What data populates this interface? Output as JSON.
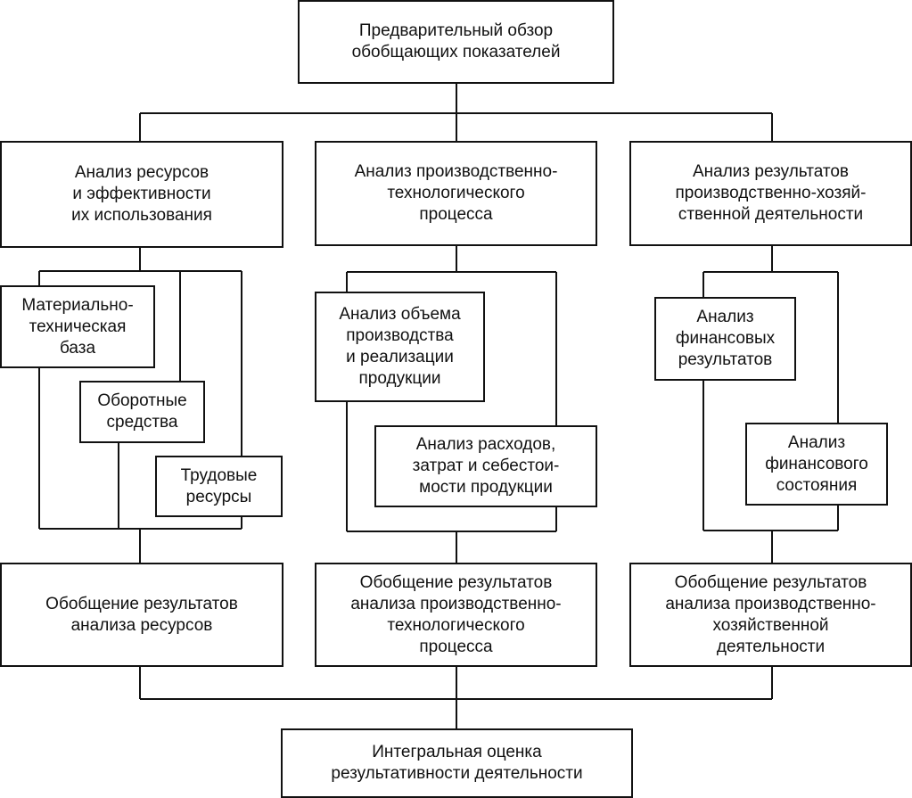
{
  "diagram": {
    "top": {
      "text": "Предварительный обзор\nобобщающих показателей"
    },
    "columns": [
      {
        "header": "Анализ ресурсов\nи эффективности\nих использования",
        "items": [
          "Материально-\nтехническая\nбаза",
          "Оборотные\nсредства",
          "Трудовые\nресурсы"
        ],
        "summary": "Обобщение результатов\nанализа ресурсов"
      },
      {
        "header": "Анализ производственно-\nтехнологического\nпроцесса",
        "items": [
          "Анализ объема\nпроизводства\nи реализации\nпродукции",
          "Анализ расходов,\nзатрат и себестои-\nмости продукции"
        ],
        "summary": "Обобщение результатов\nанализа производственно-\nтехнологического\nпроцесса"
      },
      {
        "header": "Анализ результатов\nпроизводственно-хозяй-\nственной деятельности",
        "items": [
          "Анализ\nфинансовых\nрезультатов",
          "Анализ\nфинансового\nсостояния"
        ],
        "summary": "Обобщение результатов\nанализа производственно-\nхозяйственной\nдеятельности"
      }
    ],
    "bottom": {
      "text": "Интегральная оценка\nрезультативности деятельности"
    },
    "colors": {
      "line": "#111111",
      "background": "#ffffff"
    }
  }
}
